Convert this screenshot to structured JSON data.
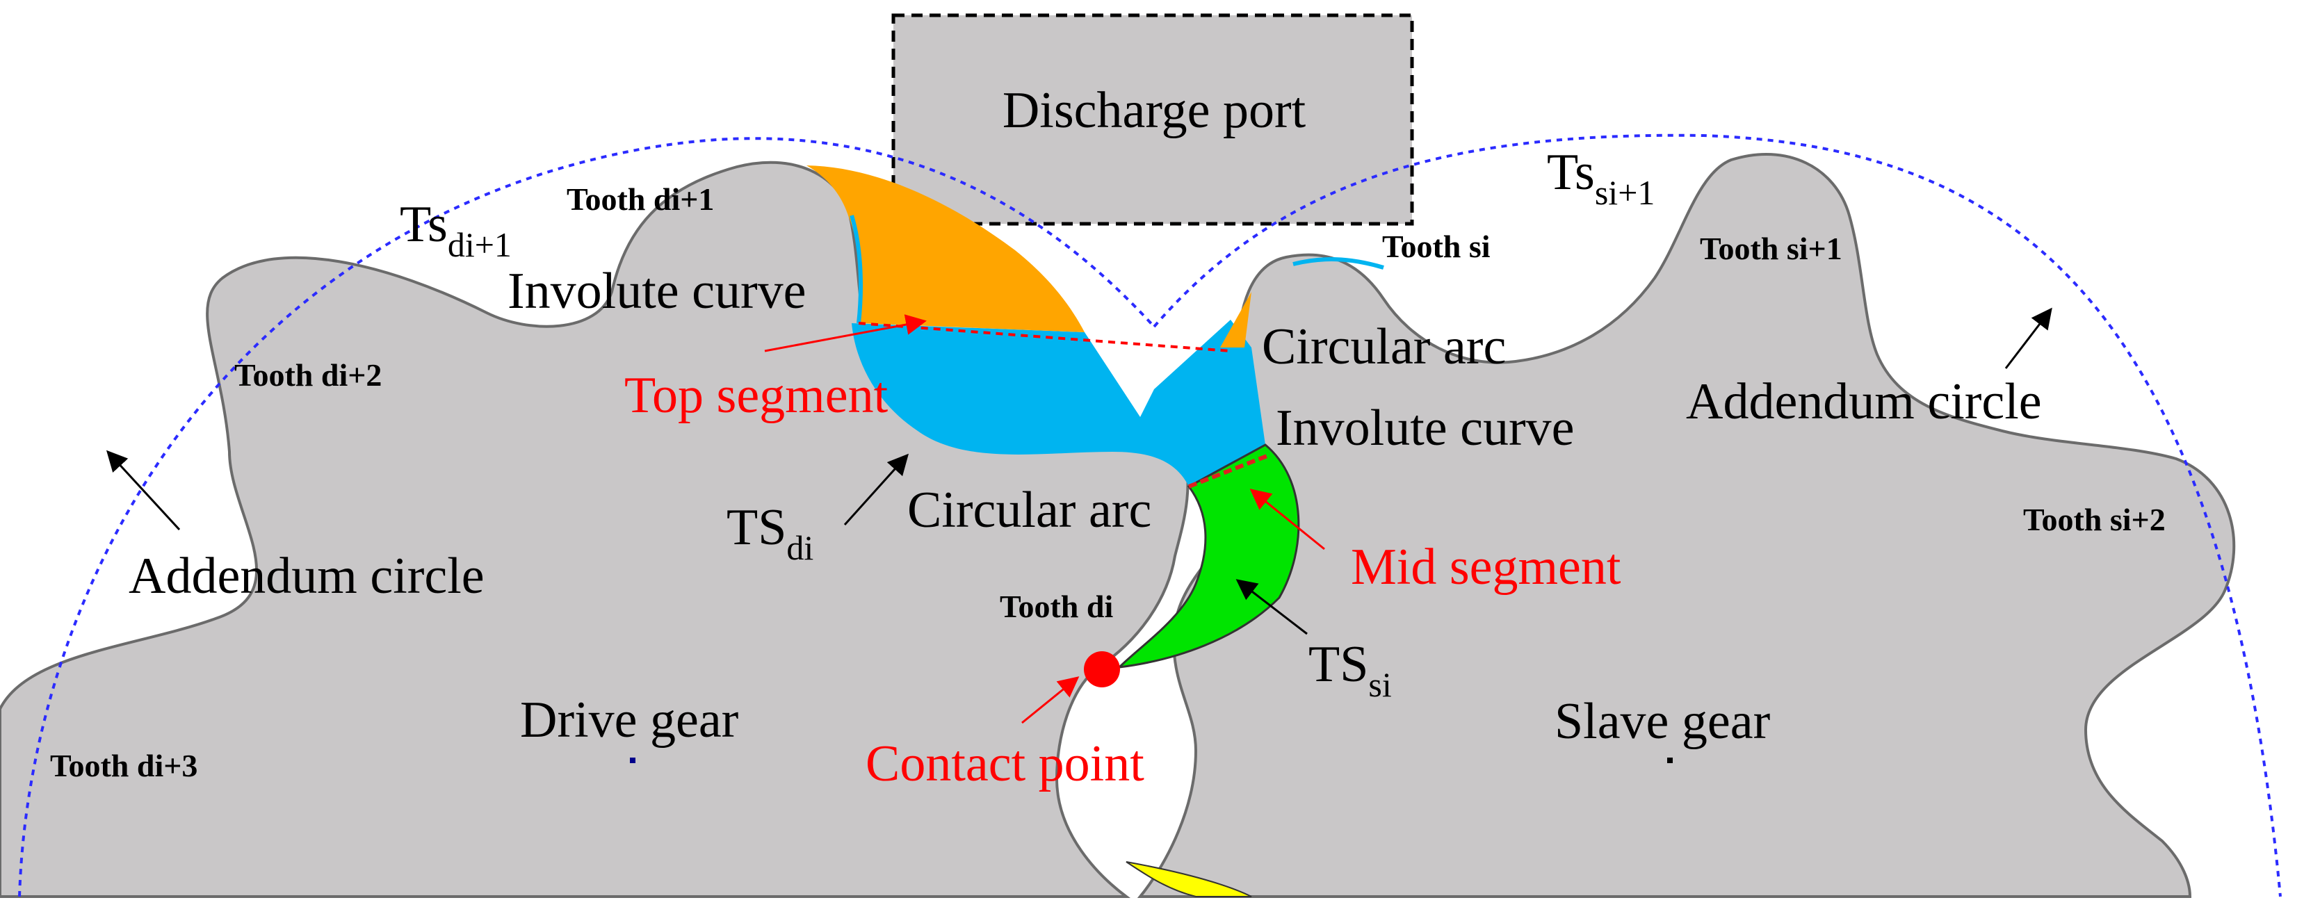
{
  "colors": {
    "gear_fill": "#c9c7c8",
    "gear_edge": "#6b6b6b",
    "addendum_circle": "#2b2bff",
    "top_segment_fill": "#ffa500",
    "mid_segment_fill": "#00b4f0",
    "ts_si_fill": "#00e400",
    "trapped_yellow": "#ffff00",
    "highlight_red": "#ff0000"
  },
  "labels": {
    "discharge_port": "Discharge port",
    "involute_curve_left": "Involute curve",
    "involute_curve_right": "Involute curve",
    "circular_arc_left": "Circular arc",
    "circular_arc_right": "Circular arc",
    "addendum_circle_left": "Addendum circle",
    "addendum_circle_right": "Addendum circle",
    "top_segment": "Top segment",
    "mid_segment": "Mid segment",
    "contact_point": "Contact point",
    "drive_gear": "Drive gear",
    "slave_gear": "Slave gear",
    "ts_di_base": "TS",
    "ts_di_sub": "di",
    "ts_si_base": "TS",
    "ts_si_sub": "si",
    "ts_di1_base": "Ts",
    "ts_di1_sub": "di+1",
    "ts_si1_base": "Ts",
    "ts_si1_sub": "si+1"
  },
  "teeth": {
    "di": "Tooth di",
    "di1": "Tooth di+1",
    "di2": "Tooth di+2",
    "di3": "Tooth di+3",
    "si": "Tooth si",
    "si1": "Tooth si+1",
    "si2": "Tooth si+2"
  }
}
